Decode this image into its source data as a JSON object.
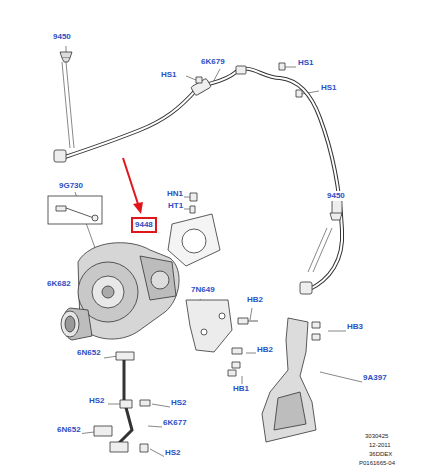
{
  "diagram": {
    "nodes": [
      {
        "text": [
          "9448"
        ]
      }
    ],
    "labels": [
      "9450",
      "6K679",
      "HS1",
      "HS1",
      "HS1",
      "9G730",
      "HN1",
      "HT1",
      "9450",
      "6K682",
      "7N649",
      "HB2",
      "HB3",
      "HB2",
      "6N652",
      "HB1",
      "9A397",
      "HS2",
      "HS2",
      "6N652",
      "6K677",
      "HS2",
      "3030425",
      "12-2011",
      "36DDEX",
      "P0161665-04"
    ]
  }
}
